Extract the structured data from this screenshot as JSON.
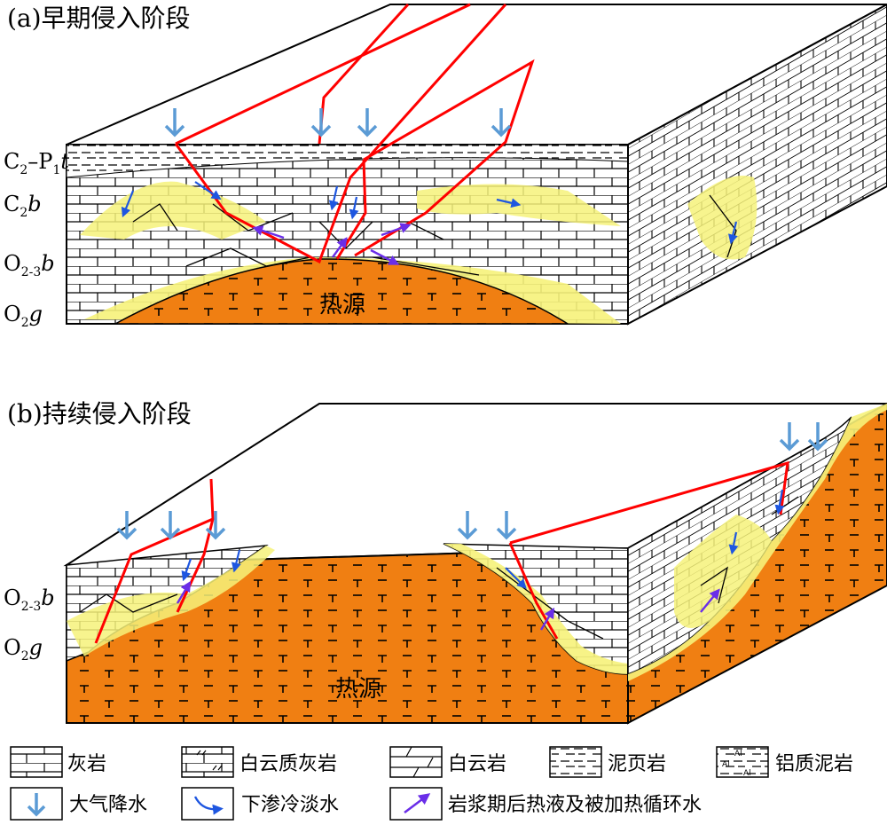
{
  "panel_a": {
    "title": "(a)早期侵入阶段",
    "layers": [
      {
        "base": "C",
        "sub": "2",
        "rest": "–P",
        "sub2": "1",
        "tail": "t"
      },
      {
        "base": "C",
        "sub": "2",
        "tail": "b"
      },
      {
        "base": "O",
        "sub": "2-3",
        "tail": "b"
      },
      {
        "base": "O",
        "sub": "2",
        "tail": "g"
      }
    ],
    "heat_source": "热源"
  },
  "panel_b": {
    "title": "(b)持续侵入阶段",
    "layers": [
      {
        "base": "O",
        "sub": "2-3",
        "tail": "b"
      },
      {
        "base": "O",
        "sub": "2",
        "tail": "g"
      }
    ],
    "heat_source": "热源"
  },
  "legend": {
    "limestone": "灰岩",
    "dolomitic_limestone": "白云质灰岩",
    "dolomite": "白云岩",
    "mud_shale": "泥页岩",
    "bauxitic_mudstone": "铝质泥岩",
    "bauxitic_symbol": "Al",
    "meteoric_water": "大气降水",
    "seepage_water": "下渗冷淡水",
    "hydrothermal_water": "岩浆期后热液及被加热循环水"
  },
  "colors": {
    "heat_source": "#f07f12",
    "alteration": "#f6f27a",
    "fault": "#ff0000",
    "meteoric": "#5b9bd5",
    "seepage": "#1e56e0",
    "hydrothermal": "#6a2ee8"
  }
}
